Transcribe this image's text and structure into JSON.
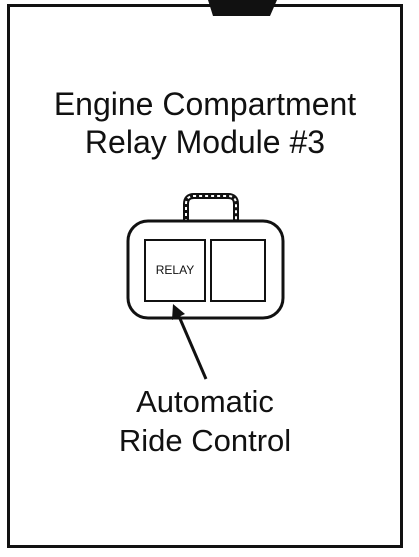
{
  "title": {
    "line1": "Engine Compartment",
    "line2": "Relay Module #3"
  },
  "module": {
    "slot_label": "RELAY"
  },
  "callout": {
    "line1": "Automatic",
    "line2": "Ride Control"
  }
}
